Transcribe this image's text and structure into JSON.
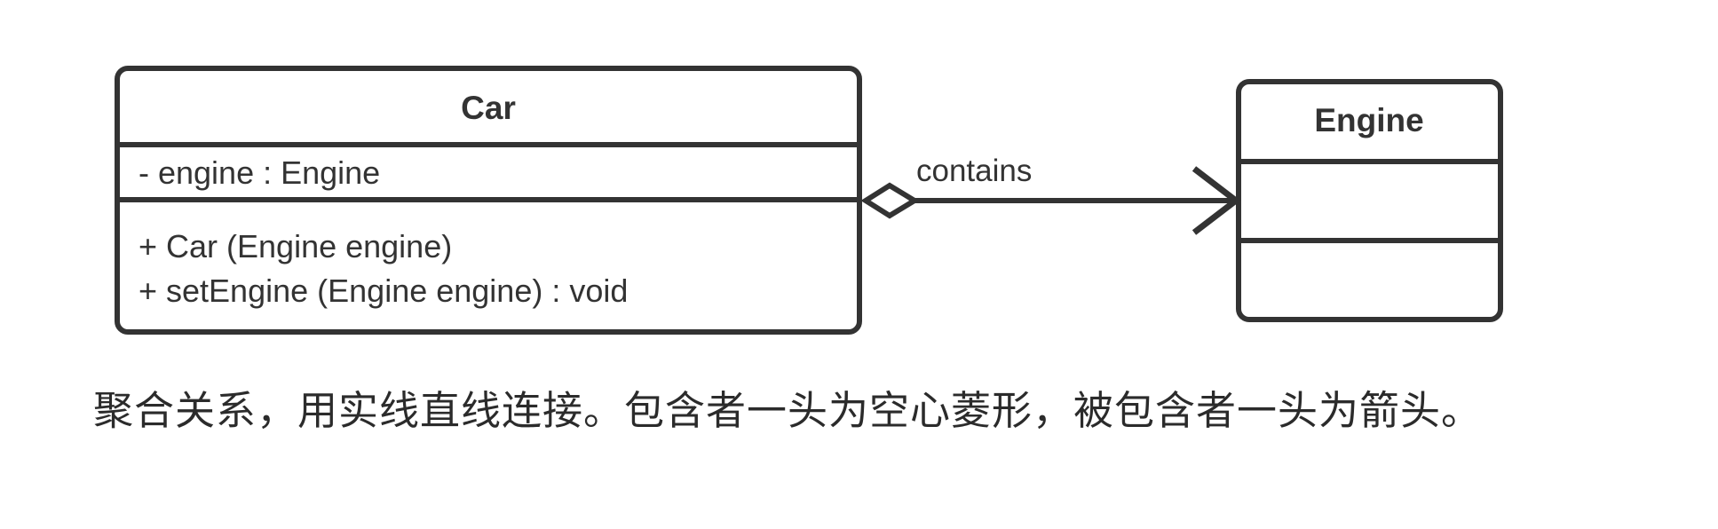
{
  "diagram": {
    "type": "uml-class-diagram",
    "relationship": "aggregation",
    "background_color": "#ffffff",
    "stroke_color": "#333333",
    "classes": [
      {
        "id": "car",
        "name": "Car",
        "attributes": [
          "- engine : Engine"
        ],
        "methods": [
          "+ Car (Engine engine)",
          "+ setEngine (Engine engine) : void"
        ]
      },
      {
        "id": "engine",
        "name": "Engine",
        "attributes": [],
        "methods": []
      }
    ],
    "connector": {
      "label": "contains",
      "source": "Car",
      "target": "Engine",
      "source_decoration": "hollow-diamond",
      "target_decoration": "open-arrow",
      "line_style": "solid"
    },
    "caption": "聚合关系，用实线直线连接。包含者一头为空心菱形，被包含者一头为箭头。"
  }
}
